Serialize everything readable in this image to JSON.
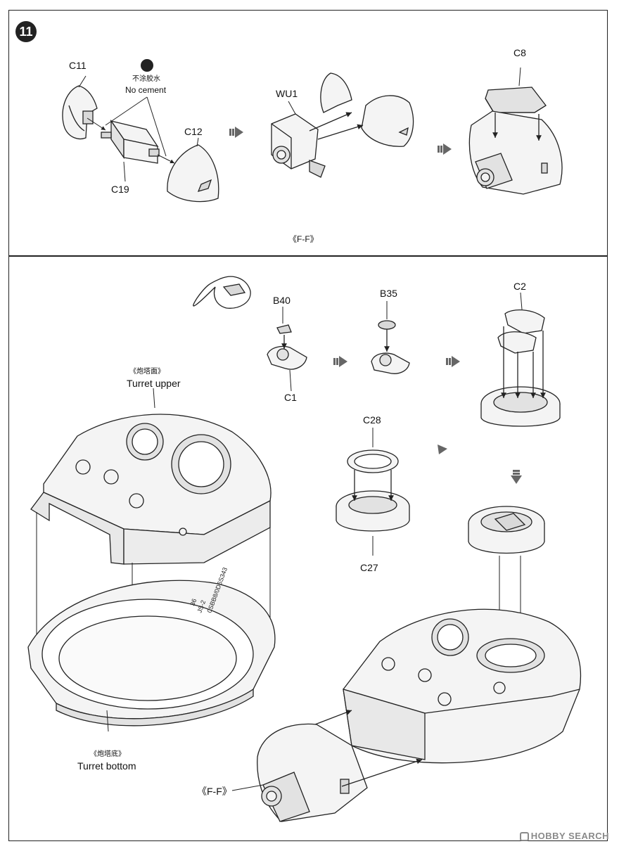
{
  "step": {
    "number": "11"
  },
  "top_panel": {
    "labels": {
      "c11": "C11",
      "no_cement_cn": "不涂胶水",
      "no_cement_en": "No cement",
      "c12": "C12",
      "c19": "C19",
      "wu1": "WU1",
      "c8": "C8",
      "ff_ref": "《F-F》"
    }
  },
  "bottom_panel": {
    "labels": {
      "b40": "B40",
      "b35": "B35",
      "c2": "C2",
      "c1": "C1",
      "c28": "C28",
      "c27": "C27",
      "turret_upper_cn": "《炮塔面》",
      "turret_upper_en": "Turret upper",
      "turret_bottom_cn": "《炮塔底》",
      "turret_bottom_en": "Turret bottom",
      "ff_ref": "《F-F》",
      "molding_text_1": "0SBB8/0D6S343",
      "molding_text_2": "JS-2",
      "molding_text_3": "36"
    }
  },
  "watermark": {
    "text": "HOBBY SEARCH"
  },
  "colors": {
    "line": "#222222",
    "part_fill": "#f4f4f4",
    "shade": "#d9d9d9",
    "watermark": "#8a8a8a"
  }
}
